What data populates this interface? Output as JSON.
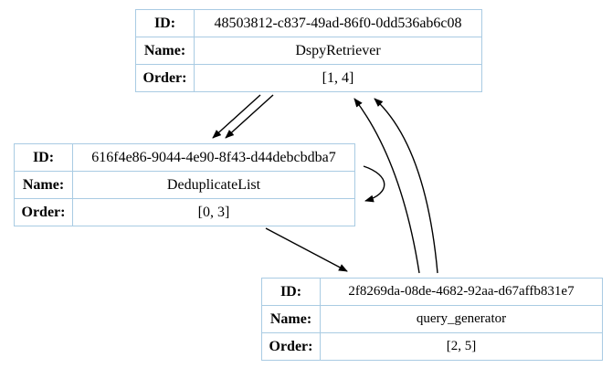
{
  "nodes": [
    {
      "id_label": "ID:",
      "id": "48503812-c837-49ad-86f0-0dd536ab6c08",
      "name_label": "Name:",
      "name": "DspyRetriever",
      "order_label": "Order:",
      "order": "[1, 4]"
    },
    {
      "id_label": "ID:",
      "id": "616f4e86-9044-4e90-8f43-d44debcbdba7",
      "name_label": "Name:",
      "name": "DeduplicateList",
      "order_label": "Order:",
      "order": "[0, 3]"
    },
    {
      "id_label": "ID:",
      "id": "2f8269da-08de-4682-92aa-d67affb831e7",
      "name_label": "Name:",
      "name": "query_generator",
      "order_label": "Order:",
      "order": "[2, 5]"
    }
  ],
  "edges": [
    {
      "from": "DspyRetriever",
      "to": "DeduplicateList"
    },
    {
      "from": "DspyRetriever",
      "to": "DeduplicateList"
    },
    {
      "from": "DeduplicateList",
      "to": "DeduplicateList"
    },
    {
      "from": "DeduplicateList",
      "to": "query_generator"
    },
    {
      "from": "query_generator",
      "to": "DspyRetriever"
    },
    {
      "from": "query_generator",
      "to": "DspyRetriever"
    }
  ]
}
